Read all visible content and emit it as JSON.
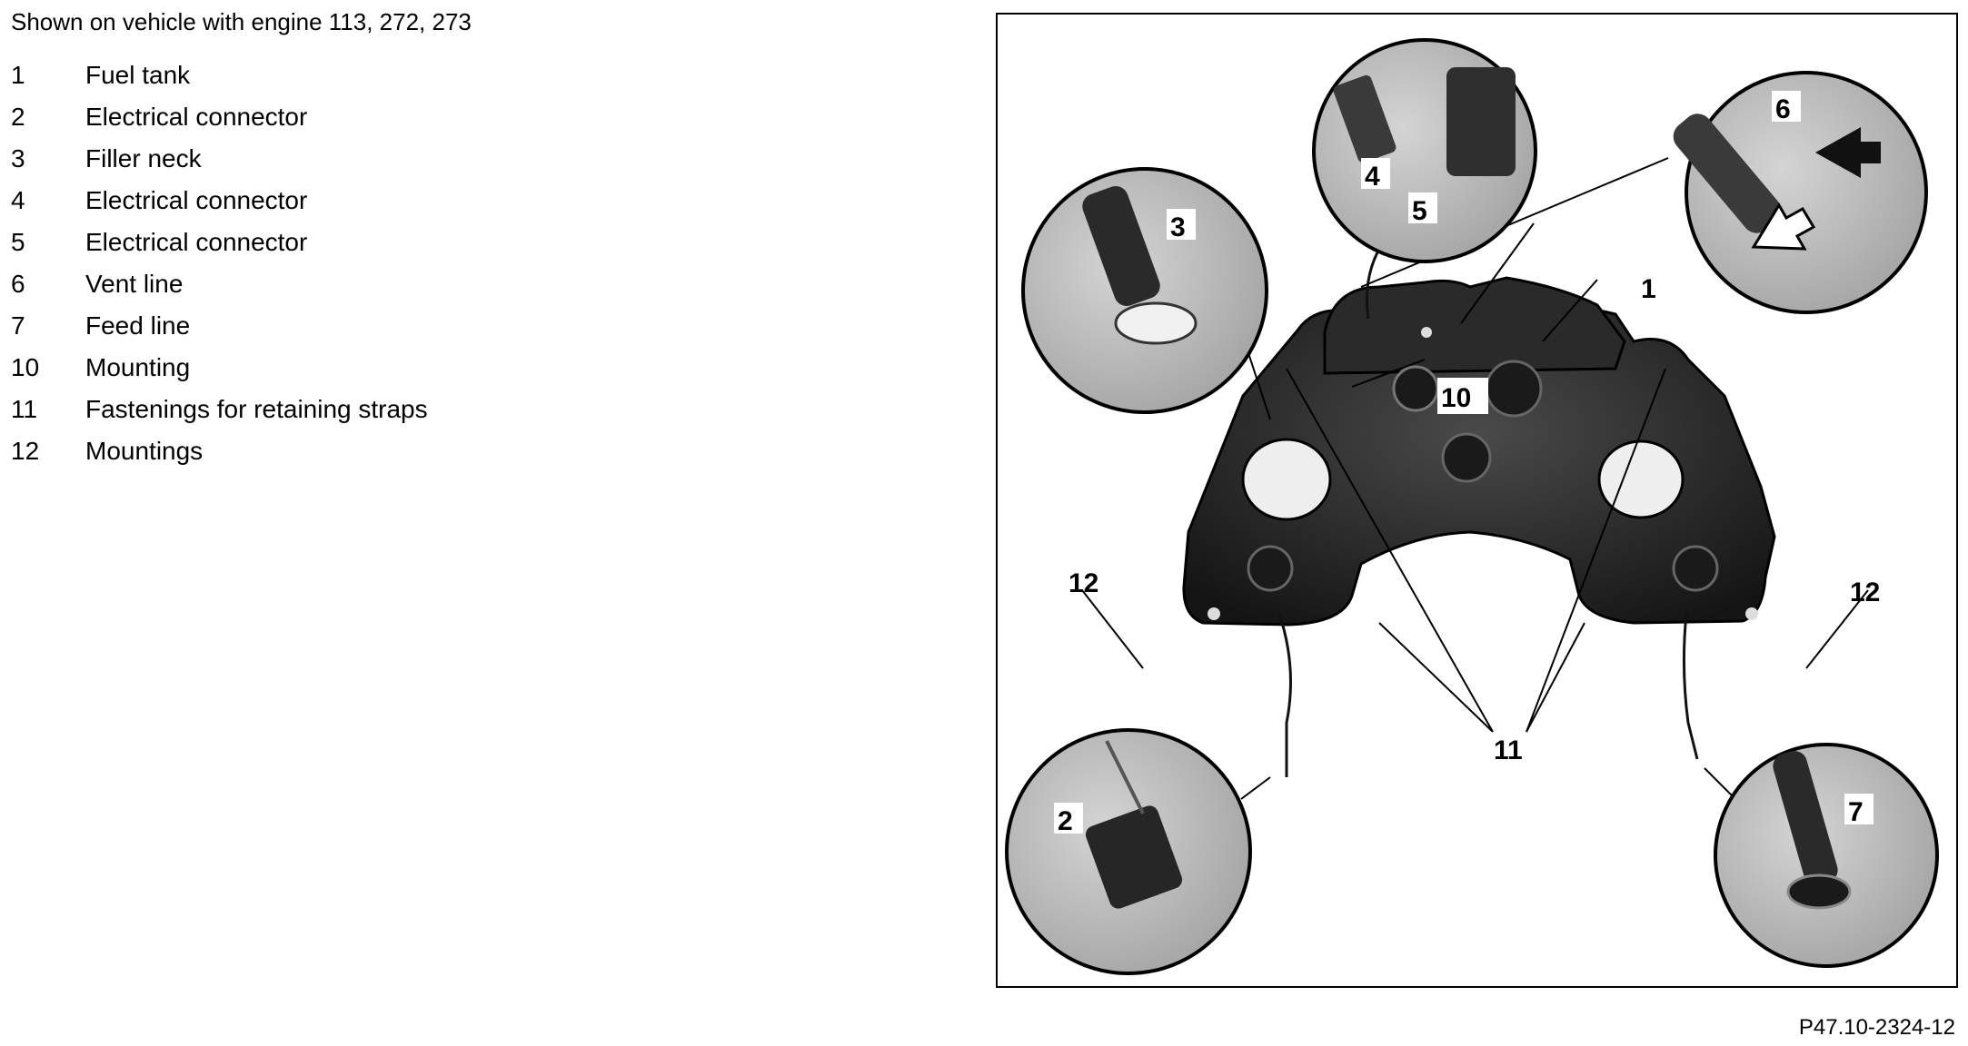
{
  "caption": "Shown on vehicle with engine 113, 272, 273",
  "legend": [
    {
      "number": "1",
      "label": "Fuel tank"
    },
    {
      "number": "2",
      "label": "Electrical connector"
    },
    {
      "number": "3",
      "label": "Filler neck"
    },
    {
      "number": "4",
      "label": "Electrical connector"
    },
    {
      "number": "5",
      "label": "Electrical connector"
    },
    {
      "number": "6",
      "label": "Vent line"
    },
    {
      "number": "7",
      "label": "Feed line"
    },
    {
      "number": "10",
      "label": "Mounting"
    },
    {
      "number": "11",
      "label": "Fastenings for retaining straps"
    },
    {
      "number": "12",
      "label": "Mountings"
    }
  ],
  "figure": {
    "callouts": {
      "c1": "1",
      "c2": "2",
      "c3": "3",
      "c4": "4",
      "c5": "5",
      "c6": "6",
      "c7": "7",
      "c10": "10",
      "c11": "11",
      "c12_left": "12",
      "c12_right": "12"
    },
    "reference": "P47.10-2324-12"
  }
}
